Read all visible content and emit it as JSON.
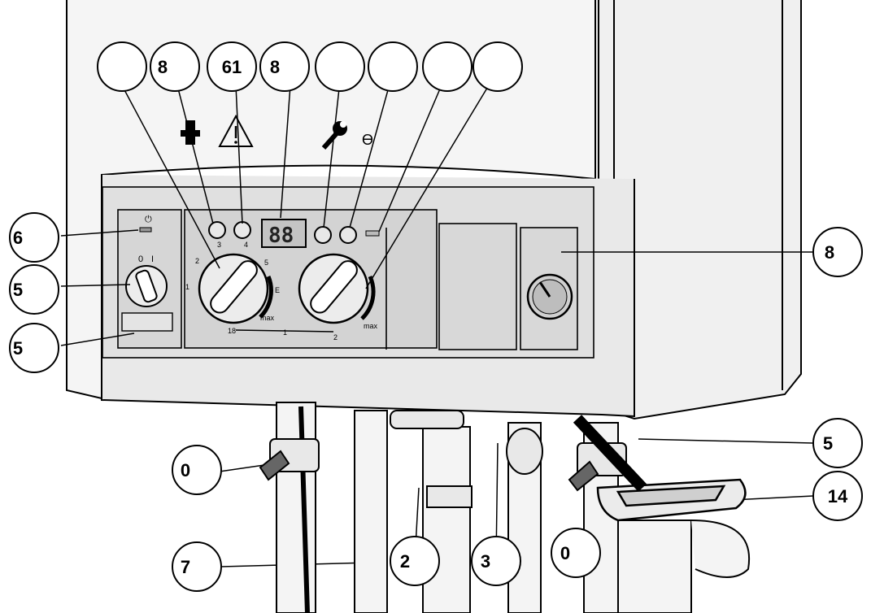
{
  "callouts": {
    "top": [
      "",
      "8",
      "61",
      "8",
      "",
      "",
      "",
      ""
    ],
    "left": [
      "6",
      "5",
      "5"
    ],
    "right": [
      "8",
      "5",
      "14"
    ],
    "bottom": [
      "0",
      "7",
      "2",
      "3",
      "0"
    ]
  },
  "panel": {
    "display_value": "88",
    "switch_off_label": "0",
    "switch_on_label": "I",
    "symbol_standby": "⏻",
    "symbol_pump": "Ɵ",
    "dial_left": {
      "scale": [
        "1",
        "2",
        "3",
        "4",
        "5",
        "E"
      ],
      "max_label": "max",
      "bottom_scale": [
        "18",
        "1",
        "2"
      ]
    },
    "dial_right": {
      "max_label": "max"
    }
  },
  "colors": {
    "outline": "#000000",
    "casing": "#f2f2f2",
    "panel": "#e6e6e6",
    "display": "#c8c8c8"
  },
  "icons": [
    "chimney-icon",
    "warning-icon",
    "wrench-icon",
    "pump-icon",
    "power-icon",
    "pressure-gauge-icon"
  ]
}
